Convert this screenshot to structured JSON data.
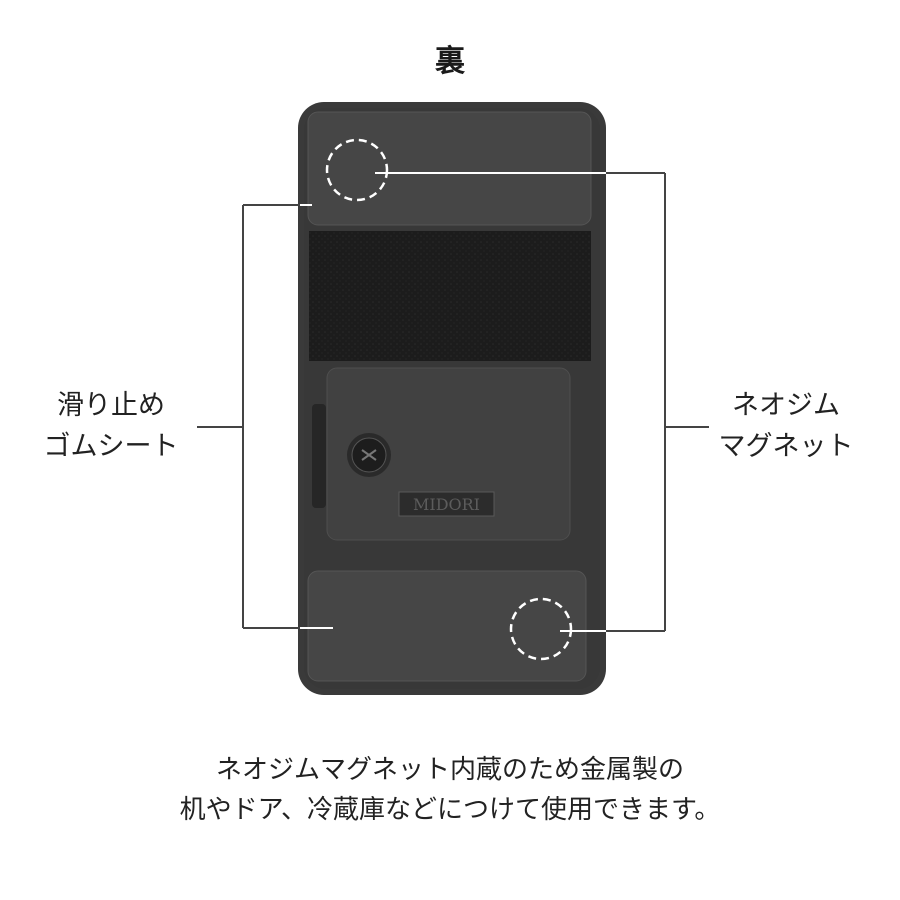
{
  "page": {
    "title": "裏"
  },
  "labels": {
    "left_line1": "滑り止め",
    "left_line2": "ゴムシート",
    "right_line1": "ネオジム",
    "right_line2": "マグネット"
  },
  "device": {
    "brand_text": "MIDORI",
    "body_color": "#3a3a3a",
    "rubber_pad_color": "#444444",
    "velcro_color": "#1c1c1c"
  },
  "caption": {
    "line1": "ネオジムマグネット内蔵のため金属製の",
    "line2": "机やドア、冷蔵庫などにつけて使用できます。"
  }
}
